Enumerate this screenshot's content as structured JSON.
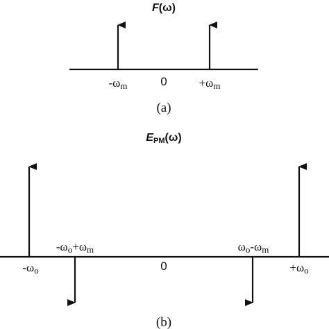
{
  "panel_a": {
    "title_main": "F",
    "title_arg": "(ω)",
    "tick_left_sign": "-",
    "tick_left_sym": "ω",
    "tick_left_sub": "m",
    "tick_zero": "0",
    "tick_right_sign": "+",
    "tick_right_sym": "ω",
    "tick_right_sub": "m",
    "caption": "(a)"
  },
  "panel_b": {
    "title_main": "E",
    "title_sub": "PM",
    "title_arg": "(ω)",
    "tick_far_left_sign": "-",
    "tick_far_left_sym": "ω",
    "tick_far_left_sub": "o",
    "tick_inner_left_1_sign": "-",
    "tick_inner_left_1_sym": "ω",
    "tick_inner_left_1_sub": "o",
    "tick_inner_left_2_sign": "+",
    "tick_inner_left_2_sym": "ω",
    "tick_inner_left_2_sub": "m",
    "tick_zero": "0",
    "tick_inner_right_1_sym": "ω",
    "tick_inner_right_1_sub": "o",
    "tick_inner_right_2_sign": "-",
    "tick_inner_right_2_sym": "ω",
    "tick_inner_right_2_sub": "m",
    "tick_far_right_sign": "+",
    "tick_far_right_sym": "ω",
    "tick_far_right_sub": "o",
    "caption": "(b)"
  },
  "colors": {
    "ink": "#111111",
    "background": "#ffffff"
  }
}
